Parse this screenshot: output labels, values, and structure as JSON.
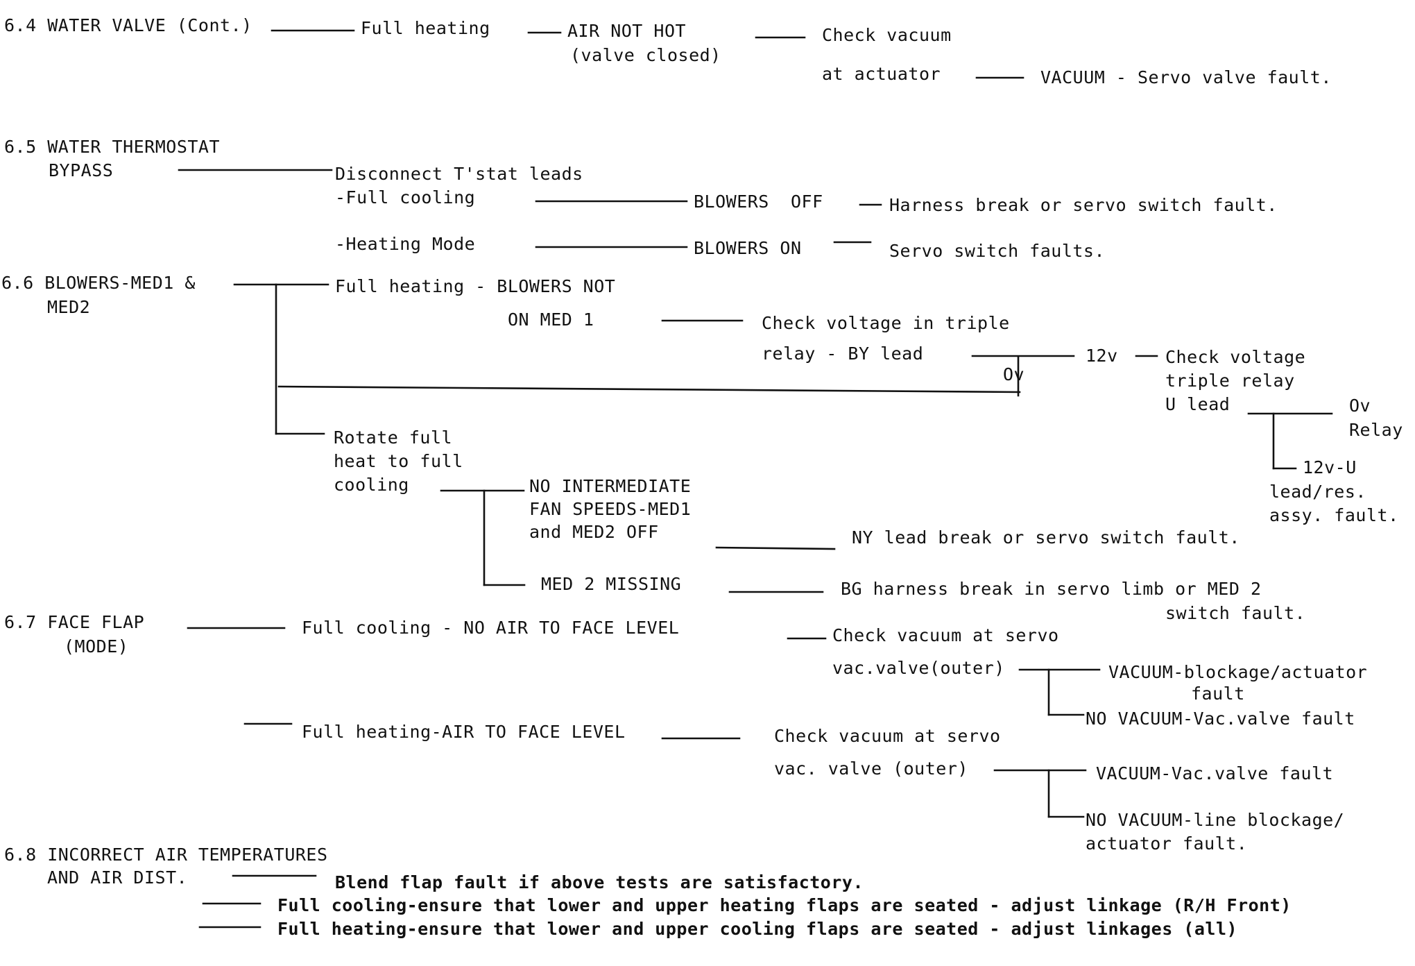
{
  "sections": {
    "s64": {
      "title": "6.4 WATER VALVE (Cont.)",
      "condition": "Full heating",
      "symptom_line1": "AIR NOT HOT",
      "symptom_line2": "(valve closed)",
      "check_line1": "Check vacuum",
      "check_line2": "at actuator",
      "result": "VACUUM - Servo valve fault."
    },
    "s65": {
      "title_line1": "6.5 WATER THERMOSTAT",
      "title_line2": "BYPASS",
      "action": "Disconnect T'stat leads",
      "cond_cooling": "-Full cooling",
      "cond_heating": "-Heating Mode",
      "sym_off": "BLOWERS  OFF",
      "sym_on": "BLOWERS ON",
      "res_off": "Harness break or servo switch fault.",
      "res_on": "Servo switch faults."
    },
    "s66": {
      "title_line1": "6.6 BLOWERS-MED1 &",
      "title_line2": "MED2",
      "cond1_line1": "Full heating - BLOWERS NOT",
      "cond1_line2": "ON MED 1",
      "check1_line1": "Check voltage in triple",
      "check1_line2": "relay - BY lead",
      "zero_v": "Ov",
      "twelve_v": "12v",
      "check2_line1": "Check voltage",
      "check2_line2": "triple relay",
      "check2_line3": "U lead",
      "relay_line1": "Ov",
      "relay_line2": "Relay",
      "u12_line1": "12v-U",
      "u12_line2": "lead/res.",
      "u12_line3": "assy. fault.",
      "cond2_line1": "Rotate full",
      "cond2_line2": "heat to full",
      "cond2_line3": "cooling",
      "sym1_line1": "NO INTERMEDIATE",
      "sym1_line2": "FAN SPEEDS-MED1",
      "sym1_line3": "and MED2 OFF",
      "res1": "NY lead break or servo switch fault.",
      "sym2": "MED 2 MISSING",
      "res2_line1": "BG harness break in servo limb or MED 2",
      "res2_line2": "switch fault."
    },
    "s67": {
      "title_line1": "6.7 FACE FLAP",
      "title_line2": "(MODE)",
      "cond1": "Full cooling - NO AIR TO FACE LEVEL",
      "check1_line1": "Check vacuum at servo",
      "check1_line2": "vac.valve(outer)",
      "r1a_line1": "VACUUM-blockage/actuator",
      "r1a_line2": "fault",
      "r1b": "NO VACUUM-Vac.valve fault",
      "cond2": "Full heating-AIR TO FACE LEVEL",
      "check2_line1": "Check vacuum at servo",
      "check2_line2": "vac. valve (outer)",
      "r2a": "VACUUM-Vac.valve fault",
      "r2b_line1": "NO VACUUM-line blockage/",
      "r2b_line2": "actuator fault."
    },
    "s68": {
      "title_line1": "6.8 INCORRECT AIR TEMPERATURES",
      "title_line2": "AND AIR DIST.",
      "item1": "Blend flap fault if above tests are satisfactory.",
      "item2": "Full cooling-ensure that lower and upper heating flaps are seated - adjust linkage (R/H Front)",
      "item3": "Full heating-ensure that lower and upper cooling flaps are seated - adjust linkages (all)"
    }
  }
}
